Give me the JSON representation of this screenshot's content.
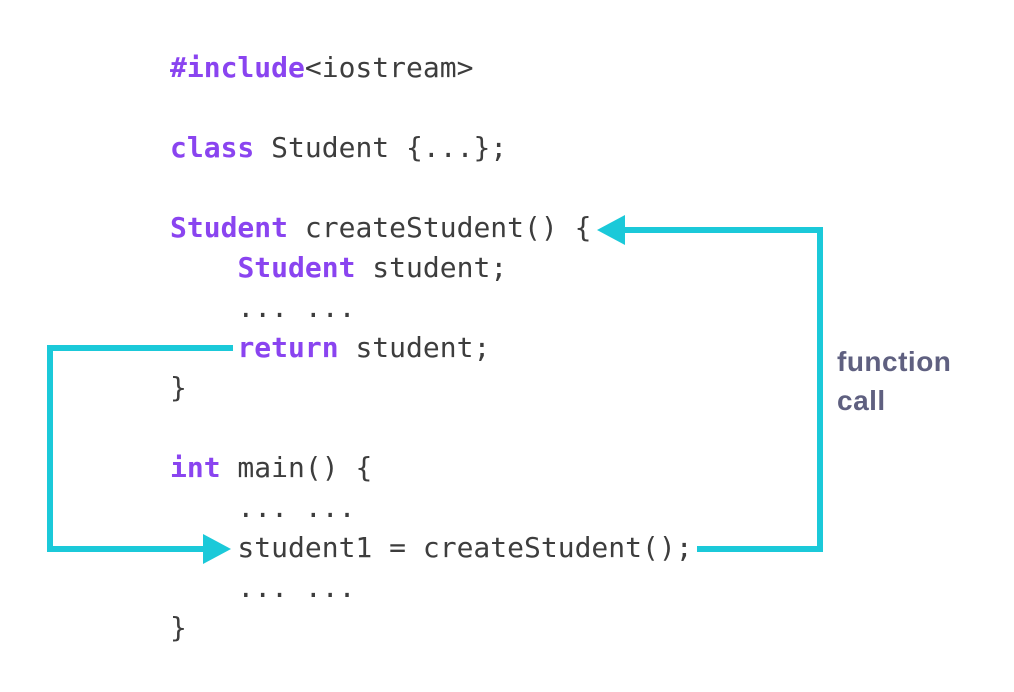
{
  "colors": {
    "background": "#ffffff",
    "keyword": "#8a44f0",
    "code_text": "#3d3d3d",
    "arrow": "#1bc9d9",
    "label_text": "#5f6080"
  },
  "code": {
    "lines": [
      {
        "segments": [
          {
            "style": "keyword",
            "text": "#include"
          },
          {
            "style": "plain",
            "text": "<iostream>"
          }
        ]
      },
      {
        "segments": []
      },
      {
        "segments": [
          {
            "style": "keyword",
            "text": "class"
          },
          {
            "style": "plain",
            "text": " Student {...};"
          }
        ]
      },
      {
        "segments": []
      },
      {
        "segments": [
          {
            "style": "keyword",
            "text": "Student"
          },
          {
            "style": "plain",
            "text": " createStudent() {"
          }
        ]
      },
      {
        "segments": [
          {
            "style": "plain",
            "text": "    "
          },
          {
            "style": "keyword",
            "text": "Student"
          },
          {
            "style": "plain",
            "text": " student;"
          }
        ]
      },
      {
        "segments": [
          {
            "style": "plain",
            "text": "    ... ..."
          }
        ]
      },
      {
        "segments": [
          {
            "style": "plain",
            "text": "    "
          },
          {
            "style": "keyword",
            "text": "return"
          },
          {
            "style": "plain",
            "text": " student;"
          }
        ]
      },
      {
        "segments": [
          {
            "style": "plain",
            "text": "}"
          }
        ]
      },
      {
        "segments": []
      },
      {
        "segments": [
          {
            "style": "keyword",
            "text": "int"
          },
          {
            "style": "plain",
            "text": " main() {"
          }
        ]
      },
      {
        "segments": [
          {
            "style": "plain",
            "text": "    ... ..."
          }
        ]
      },
      {
        "segments": [
          {
            "style": "plain",
            "text": "    student1 = createStudent();"
          }
        ]
      },
      {
        "segments": [
          {
            "style": "plain",
            "text": "    ... ..."
          }
        ]
      },
      {
        "segments": [
          {
            "style": "plain",
            "text": "}"
          }
        ]
      }
    ]
  },
  "annotation": {
    "line1": "function",
    "line2": "call"
  }
}
